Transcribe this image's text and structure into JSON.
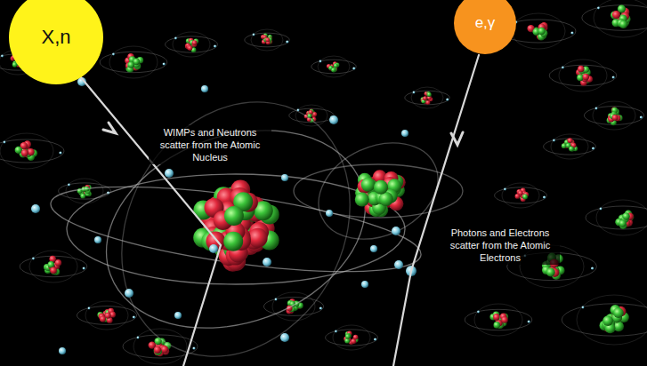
{
  "diagram": {
    "nodes": [
      {
        "text": [
          "X,n"
        ]
      },
      {
        "text": [
          "e,γ"
        ]
      }
    ],
    "labels": [
      "WIMPs and Neutrons scatter from the Atomic Nucleus",
      "Photons and Electrons scatter from the Atomic Electrons"
    ]
  }
}
